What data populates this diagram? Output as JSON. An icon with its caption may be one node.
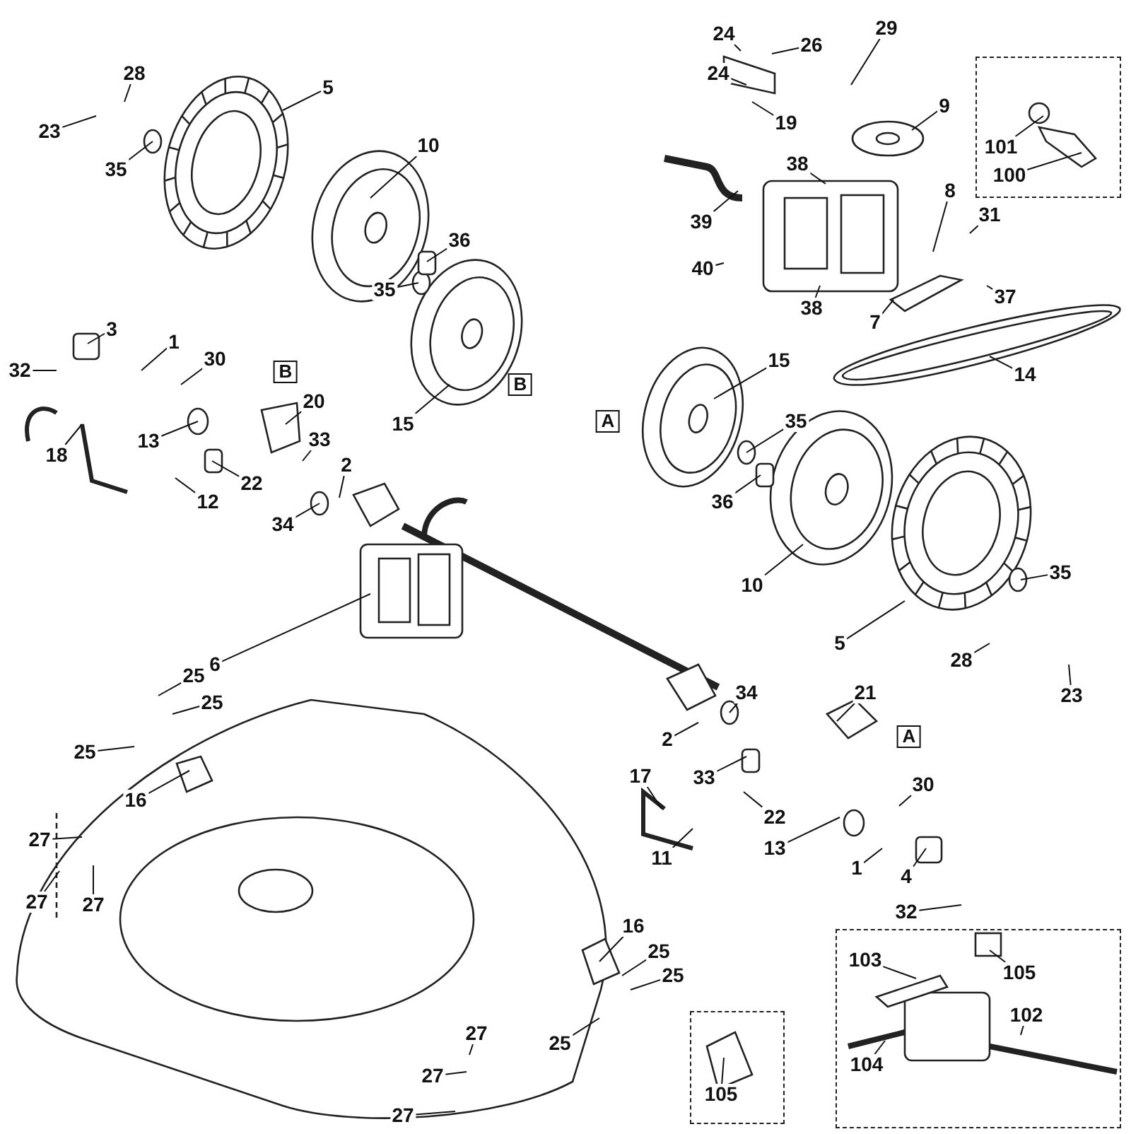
{
  "diagram": {
    "nodes": [
      {
        "text": [
          "23"
        ]
      },
      {
        "text": [
          "28"
        ]
      },
      {
        "text": [
          "35"
        ]
      },
      {
        "text": [
          "5"
        ]
      },
      {
        "text": [
          "10"
        ]
      },
      {
        "text": [
          "36"
        ]
      },
      {
        "text": [
          "35"
        ]
      },
      {
        "text": [
          "15"
        ]
      },
      {
        "text": [
          "B"
        ]
      },
      {
        "text": [
          "3"
        ]
      },
      {
        "text": [
          "32"
        ]
      },
      {
        "text": [
          "1"
        ]
      },
      {
        "text": [
          "30"
        ]
      },
      {
        "text": [
          "B"
        ]
      },
      {
        "text": [
          "13"
        ]
      },
      {
        "text": [
          "20"
        ]
      },
      {
        "text": [
          "18"
        ]
      },
      {
        "text": [
          "33"
        ]
      },
      {
        "text": [
          "22"
        ]
      },
      {
        "text": [
          "12"
        ]
      },
      {
        "text": [
          "2"
        ]
      },
      {
        "text": [
          "34"
        ]
      },
      {
        "text": [
          "6"
        ]
      },
      {
        "text": [
          "24"
        ]
      },
      {
        "text": [
          "26"
        ]
      },
      {
        "text": [
          "29"
        ]
      },
      {
        "text": [
          "24"
        ]
      },
      {
        "text": [
          "19"
        ]
      },
      {
        "text": [
          "9"
        ]
      },
      {
        "text": [],
        "shape": "box"
      },
      {
        "text": [
          "101"
        ],
        "in": 29
      },
      {
        "text": [
          "100"
        ],
        "in": 29
      },
      {
        "text": [
          "38"
        ]
      },
      {
        "text": [
          "39"
        ]
      },
      {
        "text": [
          "8"
        ]
      },
      {
        "text": [
          "31"
        ]
      },
      {
        "text": [
          "40"
        ]
      },
      {
        "text": [
          "38"
        ]
      },
      {
        "text": [
          "37"
        ]
      },
      {
        "text": [
          "7"
        ]
      },
      {
        "text": [
          "14"
        ]
      },
      {
        "text": [
          "15"
        ]
      },
      {
        "text": [
          "A"
        ]
      },
      {
        "text": [
          "35"
        ]
      },
      {
        "text": [
          "36"
        ]
      },
      {
        "text": [
          "10"
        ]
      },
      {
        "text": [
          "5"
        ]
      },
      {
        "text": [
          "35"
        ]
      },
      {
        "text": [
          "28"
        ]
      },
      {
        "text": [
          "23"
        ]
      },
      {
        "text": [
          "34"
        ]
      },
      {
        "text": [
          "21"
        ]
      },
      {
        "text": [
          "A"
        ]
      },
      {
        "text": [
          "2"
        ]
      },
      {
        "text": [
          "33"
        ]
      },
      {
        "text": [
          "22"
        ]
      },
      {
        "text": [
          "30"
        ]
      },
      {
        "text": [
          "17"
        ]
      },
      {
        "text": [
          "11"
        ]
      },
      {
        "text": [
          "13"
        ]
      },
      {
        "text": [
          "1"
        ]
      },
      {
        "text": [
          "4"
        ]
      },
      {
        "text": [
          "32"
        ]
      },
      {
        "text": [
          "25"
        ]
      },
      {
        "text": [
          "25"
        ]
      },
      {
        "text": [
          "25"
        ]
      },
      {
        "text": [
          "16"
        ]
      },
      {
        "text": [
          "27"
        ]
      },
      {
        "text": [
          "27"
        ]
      },
      {
        "text": [
          "27"
        ]
      },
      {
        "text": [
          "16"
        ]
      },
      {
        "text": [
          "25"
        ]
      },
      {
        "text": [
          "25"
        ]
      },
      {
        "text": [
          "25"
        ]
      },
      {
        "text": [
          "27"
        ]
      },
      {
        "text": [
          "27"
        ]
      },
      {
        "text": [
          "27"
        ]
      },
      {
        "text": [],
        "shape": "box"
      },
      {
        "text": [
          "105"
        ],
        "in": 77
      },
      {
        "text": [],
        "shape": "box"
      },
      {
        "text": [
          "103"
        ],
        "in": 79
      },
      {
        "text": [
          "105"
        ],
        "in": 79
      },
      {
        "text": [
          "104"
        ],
        "in": 79
      },
      {
        "text": [
          "102"
        ],
        "in": 79
      }
    ],
    "edges": [
      {
        "from": 0,
        "to": null,
        "arrow": "none"
      },
      {
        "from": 1,
        "to": null,
        "arrow": "none"
      },
      {
        "from": 2,
        "to": null,
        "arrow": "none"
      },
      {
        "from": 3,
        "to": null,
        "arrow": "none"
      },
      {
        "from": 4,
        "to": null,
        "arrow": "none"
      },
      {
        "from": 5,
        "to": null,
        "arrow": "none"
      },
      {
        "from": 6,
        "to": null,
        "arrow": "none"
      },
      {
        "from": 7,
        "to": null,
        "arrow": "none"
      },
      {
        "from": 9,
        "to": null,
        "arrow": "none"
      },
      {
        "from": 10,
        "to": null,
        "arrow": "none"
      },
      {
        "from": 11,
        "to": null,
        "arrow": "none"
      },
      {
        "from": 12,
        "to": null,
        "arrow": "none"
      },
      {
        "from": 14,
        "to": null,
        "arrow": "none"
      },
      {
        "from": 15,
        "to": null,
        "arrow": "none"
      },
      {
        "from": 16,
        "to": null,
        "arrow": "none"
      },
      {
        "from": 17,
        "to": null,
        "arrow": "none"
      },
      {
        "from": 18,
        "to": null,
        "arrow": "none"
      },
      {
        "from": 19,
        "to": null,
        "arrow": "none"
      },
      {
        "from": 20,
        "to": null,
        "arrow": "none"
      },
      {
        "from": 21,
        "to": null,
        "arrow": "none"
      },
      {
        "from": 22,
        "to": null,
        "arrow": "none"
      },
      {
        "from": 23,
        "to": null,
        "arrow": "none"
      },
      {
        "from": 24,
        "to": null,
        "arrow": "none"
      },
      {
        "from": 25,
        "to": null,
        "arrow": "none"
      },
      {
        "from": 26,
        "to": null,
        "arrow": "none"
      },
      {
        "from": 27,
        "to": null,
        "arrow": "none"
      },
      {
        "from": 28,
        "to": null,
        "arrow": "none"
      },
      {
        "from": 30,
        "to": null,
        "arrow": "none"
      },
      {
        "from": 31,
        "to": null,
        "arrow": "none"
      },
      {
        "from": 32,
        "to": null,
        "arrow": "none"
      },
      {
        "from": 33,
        "to": null,
        "arrow": "none"
      },
      {
        "from": 34,
        "to": null,
        "arrow": "none"
      },
      {
        "from": 35,
        "to": null,
        "arrow": "none"
      },
      {
        "from": 36,
        "to": null,
        "arrow": "none"
      },
      {
        "from": 37,
        "to": null,
        "arrow": "none"
      },
      {
        "from": 38,
        "to": null,
        "arrow": "none"
      },
      {
        "from": 39,
        "to": null,
        "arrow": "none"
      },
      {
        "from": 40,
        "to": null,
        "arrow": "none"
      },
      {
        "from": 41,
        "to": null,
        "arrow": "none"
      },
      {
        "from": 43,
        "to": null,
        "arrow": "none"
      },
      {
        "from": 44,
        "to": null,
        "arrow": "none"
      },
      {
        "from": 45,
        "to": null,
        "arrow": "none"
      },
      {
        "from": 46,
        "to": null,
        "arrow": "none"
      },
      {
        "from": 47,
        "to": null,
        "arrow": "none"
      },
      {
        "from": 48,
        "to": null,
        "arrow": "none"
      },
      {
        "from": 49,
        "to": null,
        "arrow": "none"
      },
      {
        "from": 50,
        "to": null,
        "arrow": "none"
      },
      {
        "from": 51,
        "to": null,
        "arrow": "none"
      },
      {
        "from": 53,
        "to": null,
        "arrow": "none"
      },
      {
        "from": 54,
        "to": null,
        "arrow": "none"
      },
      {
        "from": 55,
        "to": null,
        "arrow": "none"
      },
      {
        "from": 56,
        "to": null,
        "arrow": "none"
      },
      {
        "from": 57,
        "to": null,
        "arrow": "none"
      },
      {
        "from": 58,
        "to": null,
        "arrow": "none"
      },
      {
        "from": 59,
        "to": null,
        "arrow": "none"
      },
      {
        "from": 60,
        "to": null,
        "arrow": "none"
      },
      {
        "from": 61,
        "to": null,
        "arrow": "none"
      },
      {
        "from": 62,
        "to": null,
        "arrow": "none"
      },
      {
        "from": 63,
        "to": null,
        "arrow": "none"
      },
      {
        "from": 64,
        "to": null,
        "arrow": "none"
      },
      {
        "from": 65,
        "to": null,
        "arrow": "none"
      },
      {
        "from": 66,
        "to": null,
        "arrow": "none"
      },
      {
        "from": 67,
        "to": null,
        "arrow": "none"
      },
      {
        "from": 68,
        "to": null,
        "arrow": "none"
      },
      {
        "from": 69,
        "to": null,
        "arrow": "none"
      },
      {
        "from": 70,
        "to": null,
        "arrow": "none"
      },
      {
        "from": 71,
        "to": null,
        "arrow": "none"
      },
      {
        "from": 72,
        "to": null,
        "arrow": "none"
      },
      {
        "from": 73,
        "to": null,
        "arrow": "none"
      },
      {
        "from": 74,
        "to": null,
        "arrow": "none"
      },
      {
        "from": 75,
        "to": null,
        "arrow": "none"
      },
      {
        "from": 76,
        "to": null,
        "arrow": "none"
      },
      {
        "from": 78,
        "to": null,
        "arrow": "none"
      },
      {
        "from": 80,
        "to": null,
        "arrow": "none"
      },
      {
        "from": 81,
        "to": null,
        "arrow": "none"
      },
      {
        "from": 82,
        "to": null,
        "arrow": "none"
      },
      {
        "from": 83,
        "to": null,
        "arrow": "none"
      }
    ]
  }
}
